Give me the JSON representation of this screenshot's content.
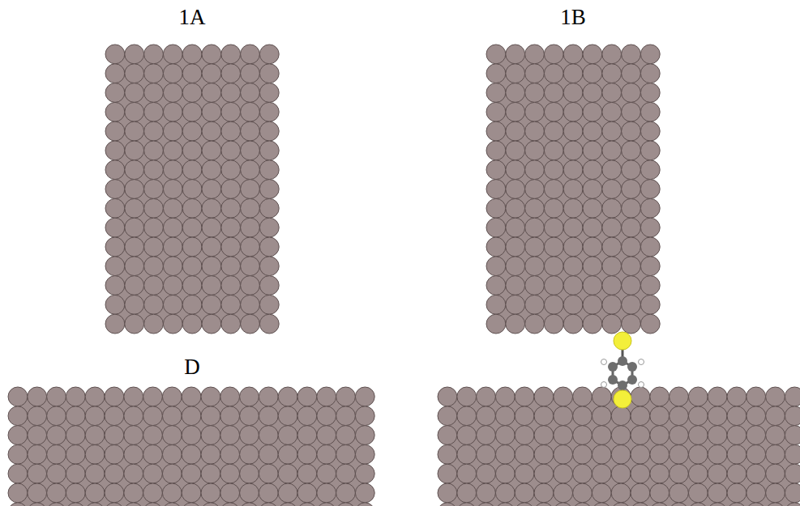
{
  "diagram": {
    "labels": [
      "1A",
      "1B",
      "D"
    ]
  }
}
